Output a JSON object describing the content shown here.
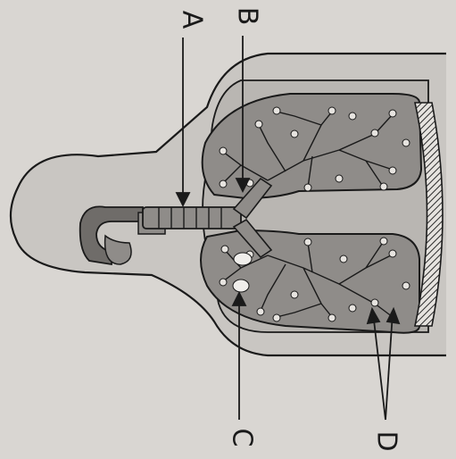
{
  "labels": {
    "a": "A",
    "b": "B",
    "c": "C",
    "d": "D"
  },
  "colors": {
    "paper": "#d9d6d2",
    "ink": "#1a1a1a",
    "body_fill": "#c9c6c2",
    "lung_fill": "#8f8c89"
  }
}
